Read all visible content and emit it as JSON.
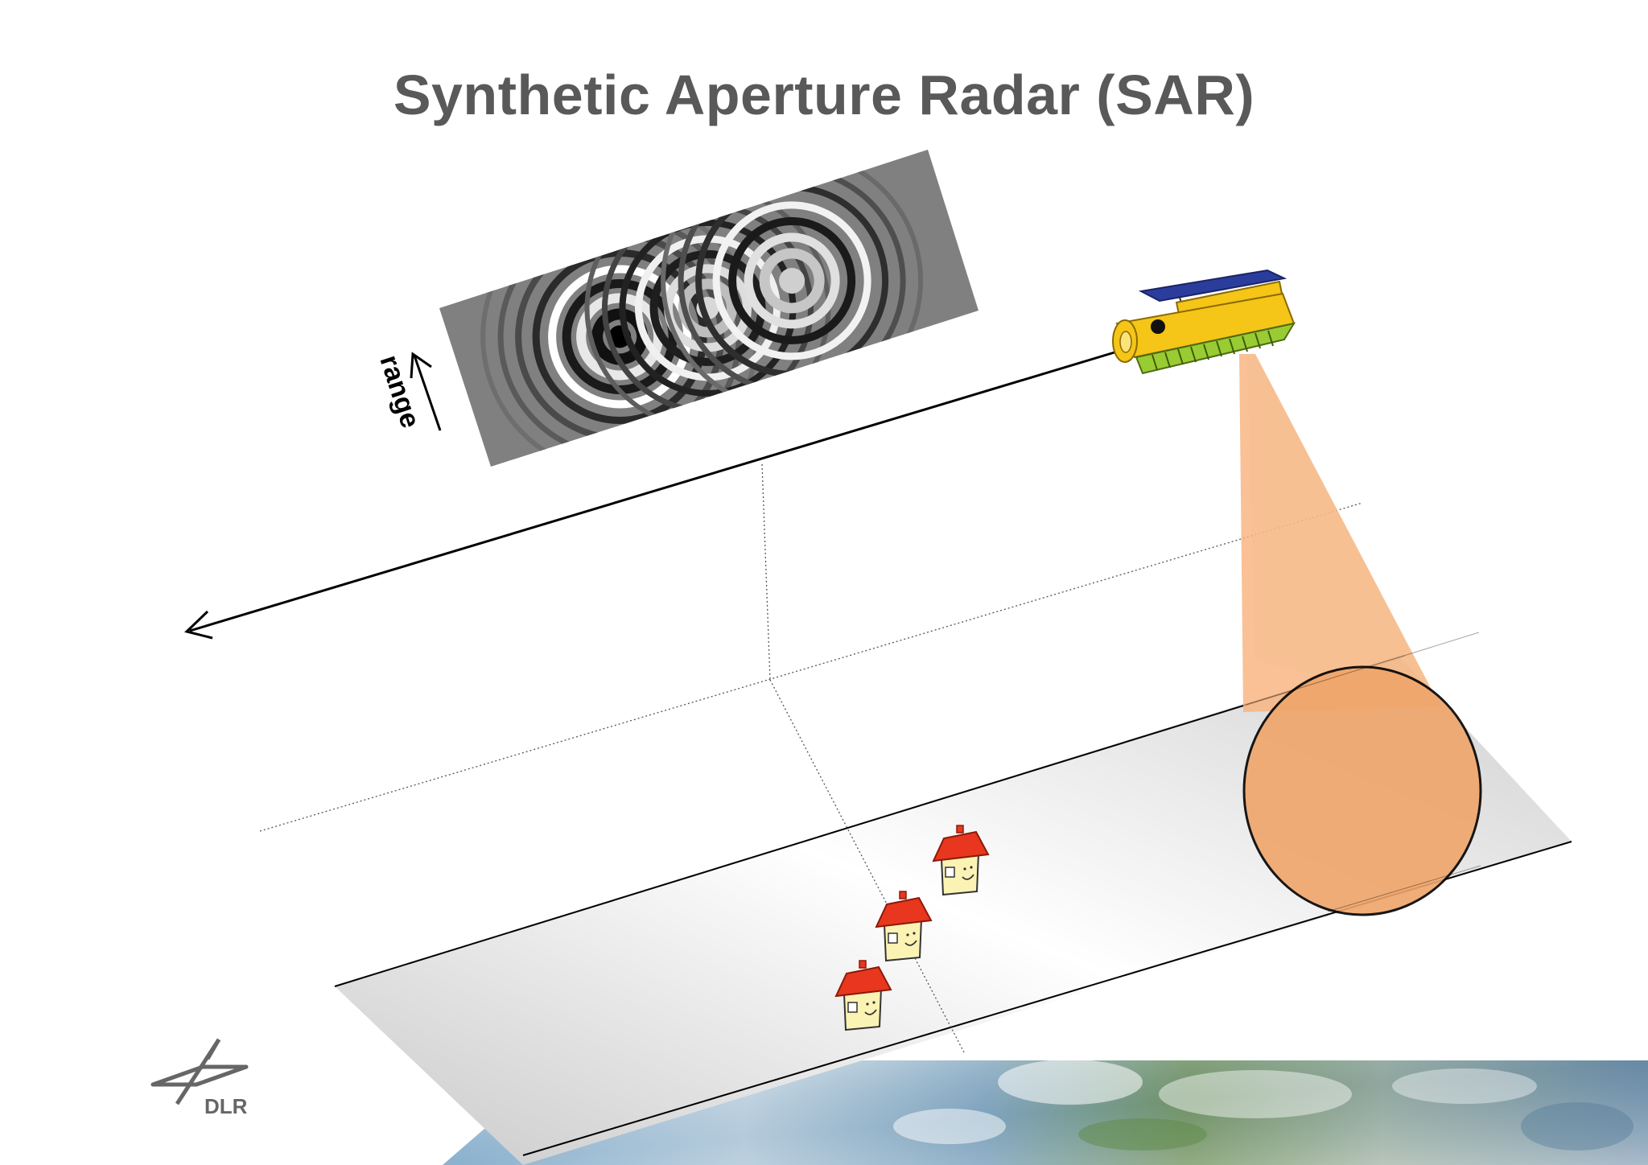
{
  "slide": {
    "title": "Synthetic Aperture Radar (SAR)"
  },
  "hologram": {
    "axis_label": "range"
  },
  "logo": {
    "text": "DLR"
  },
  "colors": {
    "title": "#595959",
    "beam": "#f7b27a",
    "satellite_body": "#f5c518",
    "satellite_radiator": "#99cc33",
    "solar_panel": "#2b3d9c",
    "house_roof": "#e8371e",
    "house_wall": "#fbf3b4",
    "swath": "#d9d9d9"
  }
}
